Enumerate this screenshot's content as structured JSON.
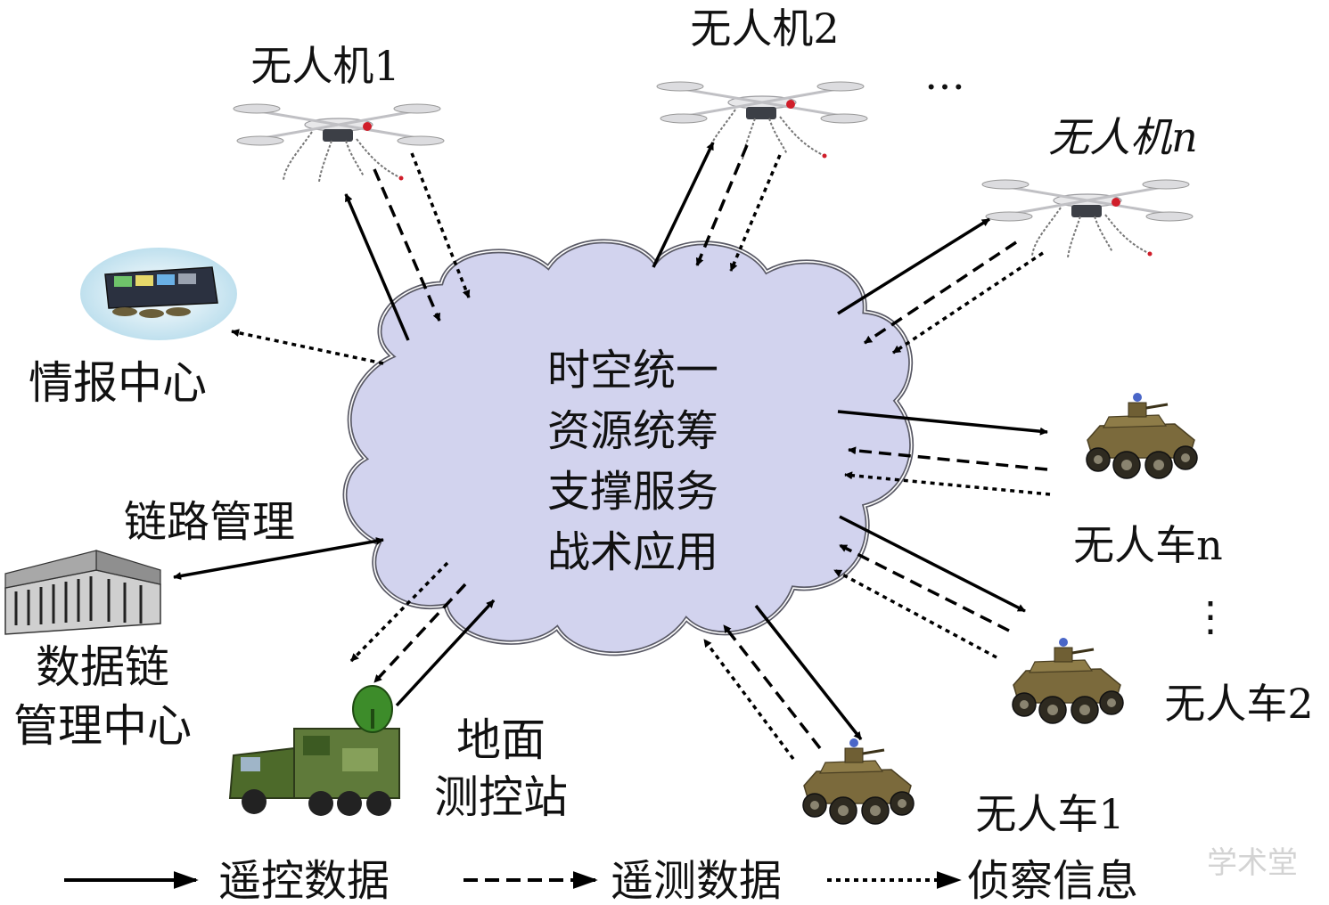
{
  "center": {
    "lines": [
      "时空统一",
      "资源统筹",
      "支撑服务",
      "战术应用"
    ],
    "cloud_fill": "#d2d3ee"
  },
  "nodes": {
    "uav1": "无人机1",
    "uav2": "无人机2",
    "uavn": "无人机n",
    "uav_dots": "…",
    "intel": "情报中心",
    "link_mgmt": "链路管理",
    "datalink_1": "数据链",
    "datalink_2": "管理中心",
    "ground_1": "地面",
    "ground_2": "测控站",
    "ugv1": "无人车1",
    "ugv2": "无人车2",
    "ugvn": "无人车n",
    "ugv_dots": "⋮"
  },
  "legend": {
    "solid": "遥控数据",
    "dashed": "遥测数据",
    "dotted": "侦察信息"
  },
  "watermark": "学术堂"
}
